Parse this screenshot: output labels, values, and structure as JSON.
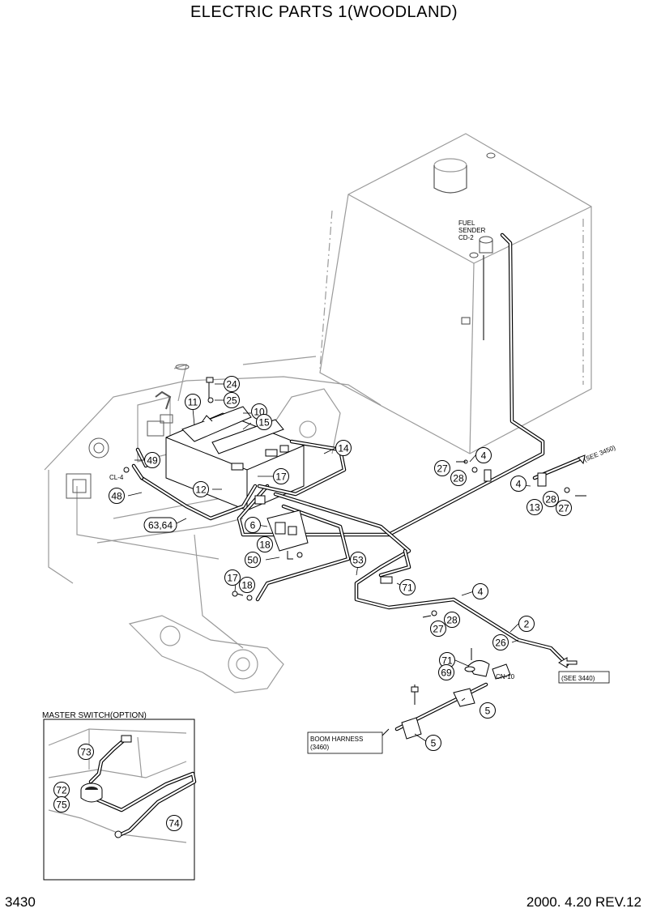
{
  "title": "ELECTRIC PARTS 1(WOODLAND)",
  "page_number": "3430",
  "revision": "2000. 4.20 REV.12",
  "labels": {
    "fuel_sender_1": "FUEL",
    "fuel_sender_2": "SENDER",
    "fuel_sender_3": "CD-2",
    "cl4": "CL-4",
    "cn10": "CN-10",
    "see3450": "(SEE 3450)",
    "see3440": "(SEE 3440)",
    "boom_1": "BOOM HARNESS",
    "boom_2": "(3460)",
    "master_switch": "MASTER SWITCH(OPTION)"
  },
  "callouts": [
    {
      "id": "c24",
      "text": "24"
    },
    {
      "id": "c25",
      "text": "25"
    },
    {
      "id": "c11",
      "text": "11"
    },
    {
      "id": "c10",
      "text": "10"
    },
    {
      "id": "c15",
      "text": "15"
    },
    {
      "id": "c14",
      "text": "14"
    },
    {
      "id": "c49",
      "text": "49"
    },
    {
      "id": "c17a",
      "text": "17"
    },
    {
      "id": "c12",
      "text": "12"
    },
    {
      "id": "c48",
      "text": "48"
    },
    {
      "id": "c6364",
      "text": "63,64"
    },
    {
      "id": "c6",
      "text": "6"
    },
    {
      "id": "c18a",
      "text": "18"
    },
    {
      "id": "c50",
      "text": "50"
    },
    {
      "id": "c53",
      "text": "53"
    },
    {
      "id": "c17b",
      "text": "17"
    },
    {
      "id": "c18b",
      "text": "18"
    },
    {
      "id": "c71a",
      "text": "71"
    },
    {
      "id": "c4a",
      "text": "4"
    },
    {
      "id": "c27a",
      "text": "27"
    },
    {
      "id": "c28a",
      "text": "28"
    },
    {
      "id": "c4b",
      "text": "4"
    },
    {
      "id": "c28b",
      "text": "28"
    },
    {
      "id": "c13",
      "text": "13"
    },
    {
      "id": "c27b",
      "text": "27"
    },
    {
      "id": "c4c",
      "text": "4"
    },
    {
      "id": "c27c",
      "text": "27"
    },
    {
      "id": "c28c",
      "text": "28"
    },
    {
      "id": "c2",
      "text": "2"
    },
    {
      "id": "c26",
      "text": "26"
    },
    {
      "id": "c71b",
      "text": "71"
    },
    {
      "id": "c69",
      "text": "69"
    },
    {
      "id": "c5a",
      "text": "5"
    },
    {
      "id": "c5b",
      "text": "5"
    },
    {
      "id": "c73",
      "text": "73"
    },
    {
      "id": "c72",
      "text": "72"
    },
    {
      "id": "c75",
      "text": "75"
    },
    {
      "id": "c74",
      "text": "74"
    }
  ]
}
